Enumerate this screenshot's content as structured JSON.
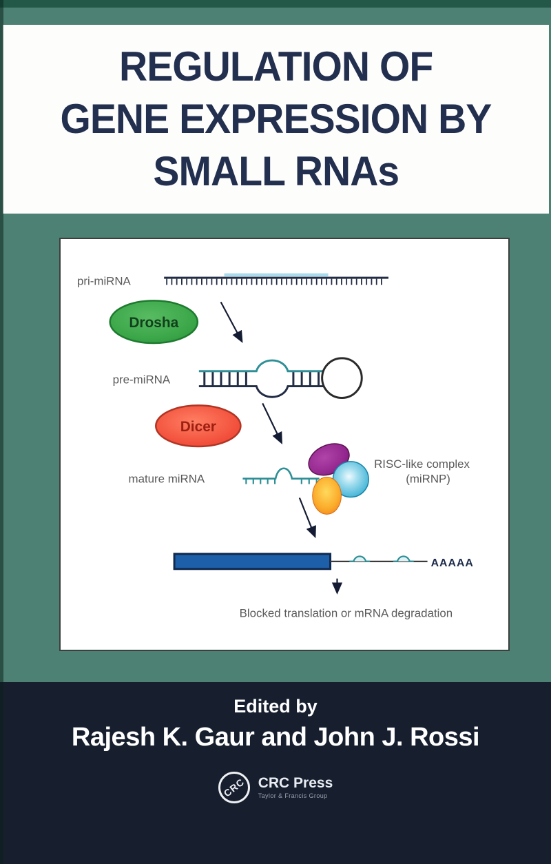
{
  "cover": {
    "title_lines": [
      "REGULATION OF",
      "GENE EXPRESSION BY",
      "SMALL RNAs"
    ],
    "edited_by": "Edited by",
    "authors": "Rajesh K. Gaur and John J. Rossi",
    "publisher": {
      "logo_monogram": "CRC",
      "name": "CRC Press",
      "group": "Taylor & Francis Group"
    }
  },
  "diagram": {
    "pri_mirna_label": "pri-miRNA",
    "drosha_label": "Drosha",
    "pre_mirna_label": "pre-miRNA",
    "dicer_label": "Dicer",
    "mature_mirna_label": "mature miRNA",
    "risc_label_line1": "RISC-like complex",
    "risc_label_line2": "(miRNP)",
    "poly_a_label": "AAAAA",
    "outcome_label": "Blocked translation or mRNA degradation"
  },
  "colors": {
    "background-teal": "#4d8173",
    "top-band-green": "#235848",
    "bottom-navy": "#171f2f",
    "title-navy": "#232f4e",
    "drosha-green": "#3aa648",
    "dicer-red": "#f2503c",
    "strand-teal": "#2e8f96",
    "pri-overlay-blue": "#a8dbec",
    "mrna-bar-blue": "#1d5fa8",
    "risc-purple": "#93278f",
    "risc-cyan": "#2aa9cf",
    "risc-orange": "#f9a11b",
    "label-gray": "#5a5a5a"
  }
}
